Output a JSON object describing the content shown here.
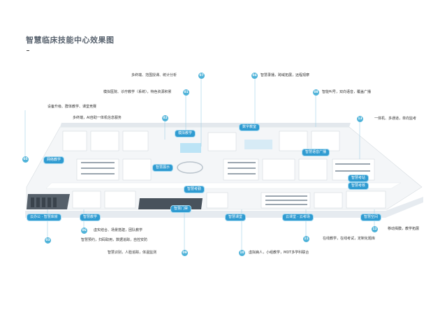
{
  "title": "智慧临床技能中心效果图",
  "accent_color": "#4fb3d9",
  "tag_color": "#2f9bd1",
  "annotations": [
    {
      "id": "07",
      "text": "多终端、范围授课、统计分析"
    },
    {
      "id": "01",
      "text": "模拟医院、诊疗教学（系统），特色资源积累"
    },
    {
      "id": "05",
      "text": "设备升级、群体教学、课堂竞赛"
    },
    {
      "id": "02",
      "text": "多终端，AI自助一体机信息服务"
    },
    {
      "id": "04",
      "text": "智慧录播，跨域拓展，远程观摩"
    },
    {
      "id": "08",
      "text": "智能叫号，双向语音，覆盖广播"
    },
    {
      "id": "13",
      "text": "一体机、多通道，单向监考"
    },
    {
      "id": "06",
      "text": "虚实结合、场景搭建，团队教学"
    },
    {
      "id": "03",
      "text": "智慧预约，扫码取用，数据追踪，自控安防"
    },
    {
      "id": "09",
      "text": "智慧识别，人脸追踪，体温监测"
    },
    {
      "id": "10",
      "text": "虚拟病人，小组教学，MDT多学科联合"
    },
    {
      "id": "11",
      "text": "在线教学，在线考试，定制化题库"
    },
    {
      "id": "12",
      "text": "移动揭膜，教学拓展"
    }
  ],
  "area_tags": [
    "模拟教学",
    "数字教室",
    "网络教学",
    "智慧语音广播",
    "智慧考核",
    "智慧展示",
    "智慧考勤",
    "智慧考站",
    "云办公 · 智慧库房",
    "智慧门禁",
    "智慧教学",
    "智慧课堂",
    "云课堂 · 云考场",
    "智慧空间"
  ]
}
